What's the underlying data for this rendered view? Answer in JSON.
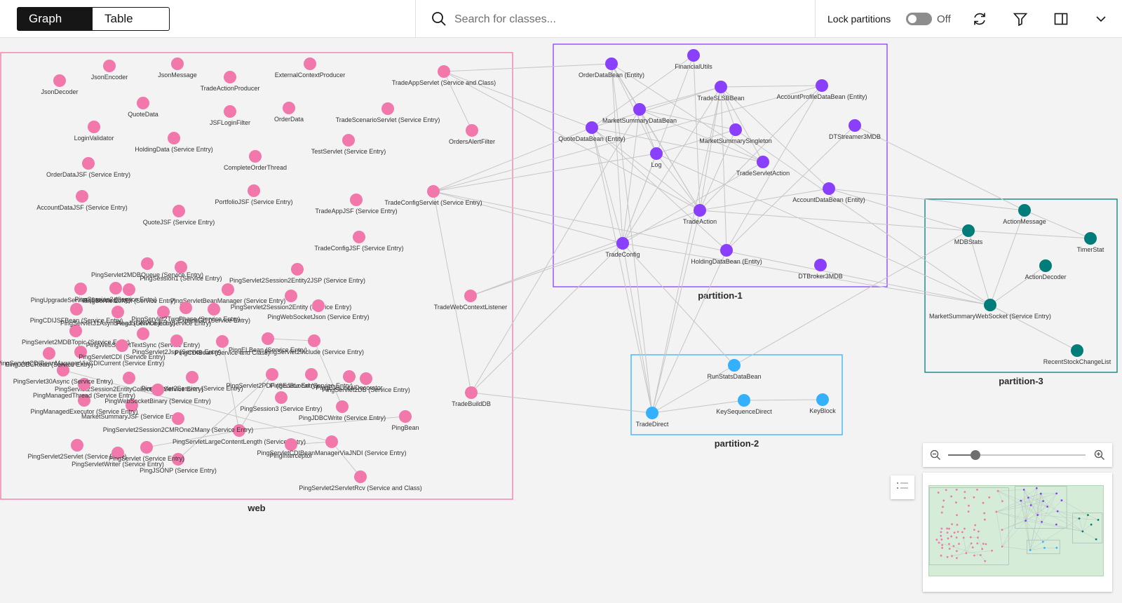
{
  "toolbar": {
    "view_tabs": [
      "Graph",
      "Table"
    ],
    "selected_view": "Graph",
    "search_placeholder": "Search for classes...",
    "lock_partitions_label": "Lock partitions",
    "lock_partitions_state": "Off",
    "icons": [
      "search-icon",
      "refresh-icon",
      "filter-icon",
      "side-panel-icon",
      "chevron-down-icon"
    ]
  },
  "colors": {
    "web": "#f278ac",
    "partition-1": "#8a3ffc",
    "partition-2": "#33b1ff",
    "partition-3": "#007d79",
    "edge": "#c6c6c6"
  },
  "partitions": [
    {
      "id": "web",
      "label": "web"
    },
    {
      "id": "partition-1",
      "label": "partition-1"
    },
    {
      "id": "partition-2",
      "label": "partition-2"
    },
    {
      "id": "partition-3",
      "label": "partition-3"
    }
  ],
  "nodes": {
    "web": [
      "JsonDecoder",
      "JsonEncoder",
      "JsonMessage",
      "TradeActionProducer",
      "ExternalContextProducer",
      "QuoteData",
      "JSFLoginFilter",
      "OrderData",
      "TradeScenarioServlet (Service Entry)",
      "TradeAppServlet (Service and Class)",
      "LoginValidator",
      "HoldingData (Service Entry)",
      "CompleteOrderThread",
      "TestServlet (Service Entry)",
      "OrdersAlertFilter",
      "OrderDataJSF (Service Entry)",
      "AccountDataJSF (Service Entry)",
      "PortfolioJSF (Service Entry)",
      "TradeAppJSF (Service Entry)",
      "TradeConfigServlet (Service Entry)",
      "QuoteJSF (Service Entry)",
      "TradeConfigJSF (Service Entry)",
      "TradeWebContextListener",
      "TradeBuildDB",
      "PingUpgradeServlet (Service Entry)",
      "PingSession2 (Service Entry)",
      "PingServlet2Session2Entity2JSP (Service Entry)",
      "PingServlet2Session2Entity (Service Entry)",
      "PingWebSocketJson (Service Entry)",
      "PingCDIJSFBean (Service Entry)",
      "PingServlet2MDBTopic (Service Entry)",
      "PingServlet2JNDI (Service Entry)",
      "PingWebSocketTextSync (Service Entry)",
      "PingServlet2Include (Service Entry)",
      "PingELBean (Service Entry)",
      "PingJSONP (Service Entry)",
      "PingServlet2PDF (Service Entry)",
      "PingSession3 (Service Entry)",
      "PingJDBCWrite (Service Entry)",
      "PingServlet2DB (Service Entry)",
      "PingBean",
      "PingServlet2ServletRcv (Service and Class)",
      "PingServletLargeContentLength (Service Entry)",
      "PingInterceptor",
      "PingServletCDIBeanManagerViaJNDI (Service Entry)",
      "PingServlet2Servlet (Service Entry)",
      "PingServletWriter (Service Entry)",
      "PingServlet (Service Entry)",
      "MarketSummaryJSF (Service Entry)",
      "PingManagedExecutor (Service Entry)",
      "PingServlet2Session2CMROne2Many (Service Entry)",
      "PingServlet2Session2EntityCollection (Service Entry)",
      "PingManagedThread (Service Entry)",
      "PingServlet30Async (Service Entry)",
      "PingServletCDIBeanManagerViaCDICurrent (Service Entry)",
      "PingJDBCRead (Service Entry)",
      "PingServletCDI (Service Entry)",
      "PingServlet2Jsp (Service Entry)",
      "PingSession1 (Service Entry)",
      "PingServlet2MDBQueue (Service Entry)",
      "PingServlet31AsyncRead (Service Entry)",
      "PingServlet2Session (Service Entry)",
      "PingJSONPObject (Service Entry)",
      "ExplicitGC (Service Entry)",
      "PingServletBeanManager (Service Entry)",
      "PingServlet2TwoPhase (Service Entry)",
      "PingCDIBean (Service and Class)",
      "PingEJBLocalDecorator",
      "PingEJBLocal (Service Entry)",
      "PingWebSocketBinary (Service Entry)"
    ],
    "partition-1": [
      "OrderDataBean (Entity)",
      "FinancialUtils",
      "TradeSLSBBean",
      "AccountProfileDataBean (Entity)",
      "MarketSummaryDataBean",
      "QuoteDataBean (Entity)",
      "MarketSummarySingleton",
      "DTStreamer3MDB",
      "Log",
      "TradeServletAction",
      "AccountDataBean (Entity)",
      "TradeAction",
      "TradeConfig",
      "HoldingDataBean (Entity)",
      "DTBroker3MDB"
    ],
    "partition-2": [
      "RunStatsDataBean",
      "KeySequenceDirect",
      "KeyBlock",
      "TradeDirect"
    ],
    "partition-3": [
      "ActionMessage",
      "MDBStats",
      "TimerStat",
      "ActionDecoder",
      "MarketSummaryWebSocket (Service Entry)",
      "RecentStockChangeList"
    ]
  },
  "zoom": {
    "level": 0.2
  }
}
